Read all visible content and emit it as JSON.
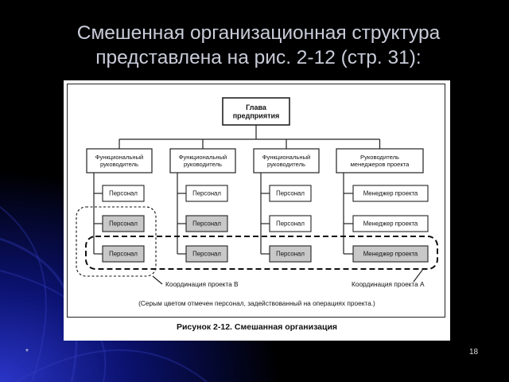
{
  "slide": {
    "title_lines": [
      "Смешенная организационная структура",
      "представлена на рис. 2-12 (стр. 31):"
    ],
    "footer_mark": "*",
    "page_number": "18"
  },
  "figure": {
    "caption": "Рисунок 2-12. Смешанная организация",
    "head": [
      "Глава",
      "предприятия"
    ],
    "managers": [
      [
        "Функциональный",
        "руководитель"
      ],
      [
        "Функциональный",
        "руководитель"
      ],
      [
        "Функциональный",
        "руководитель"
      ],
      [
        "Руководитель",
        "менеджеров проекта"
      ]
    ],
    "columns": [
      [
        "Персонал",
        "Персонал",
        "Персонал"
      ],
      [
        "Персонал",
        "Персонал",
        "Персонал"
      ],
      [
        "Персонал",
        "Персонал",
        "Персонал"
      ],
      [
        "Менеджер проекта",
        "Менеджер проекта",
        "Менеджер проекта"
      ]
    ],
    "shaded": [
      [
        false,
        true,
        true
      ],
      [
        false,
        true,
        true
      ],
      [
        false,
        false,
        true
      ],
      [
        false,
        false,
        true
      ]
    ],
    "coordination_b": "Координация проекта B",
    "coordination_a": "Координация проекта A",
    "note": "(Серым цветом отмечен персонал, задействованный на операциях проекта.)",
    "colors": {
      "shaded_fill": "#c8c8c8",
      "box_stroke": "#222222"
    }
  }
}
